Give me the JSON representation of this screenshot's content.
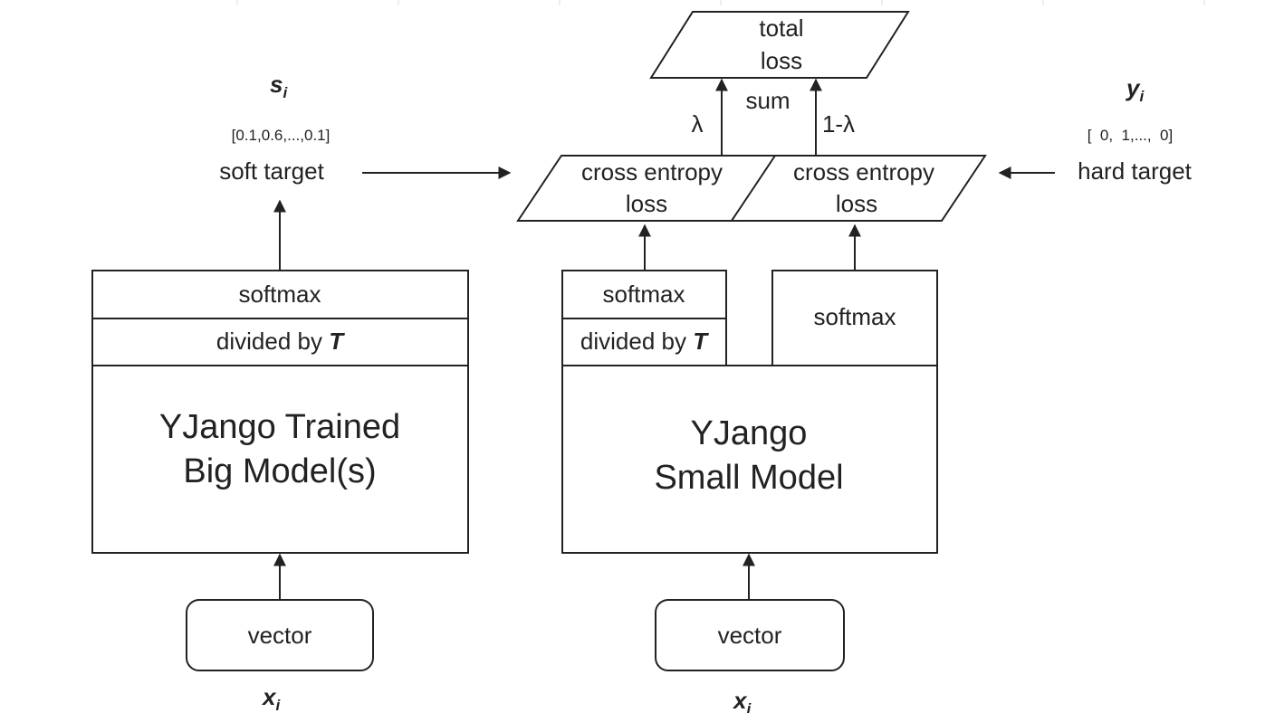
{
  "colors": {
    "ink": "#222222",
    "background": "#ffffff"
  },
  "total_loss": {
    "line1": "total",
    "line2": "loss"
  },
  "sum_label": "sum",
  "lambda_label": "λ",
  "one_minus_lambda_label": "1-λ",
  "soft_target": {
    "symbol": "s",
    "subscript": "i",
    "vector": "[0.1,0.6,...,0.1]",
    "label": "soft target"
  },
  "hard_target": {
    "symbol": "y",
    "subscript": "i",
    "vector": "[  0,  1,...,  0]",
    "label": "hard target"
  },
  "ce_loss_left": {
    "line1": "cross entropy",
    "line2": "loss"
  },
  "ce_loss_right": {
    "line1": "cross entropy",
    "line2": "loss"
  },
  "big_model": {
    "softmax": "softmax",
    "divided_prefix": "divided by ",
    "divided_var": "T",
    "title_line1": "YJango Trained",
    "title_line2": "Big Model(s)",
    "input": "vector",
    "input_symbol": "x",
    "input_subscript": "i"
  },
  "small_model": {
    "softmax_left": "softmax",
    "divided_prefix": "divided by ",
    "divided_var": "T",
    "softmax_right": "softmax",
    "title_line1": "YJango",
    "title_line2": "Small Model",
    "input": "vector",
    "input_symbol": "x",
    "input_subscript": "i"
  }
}
